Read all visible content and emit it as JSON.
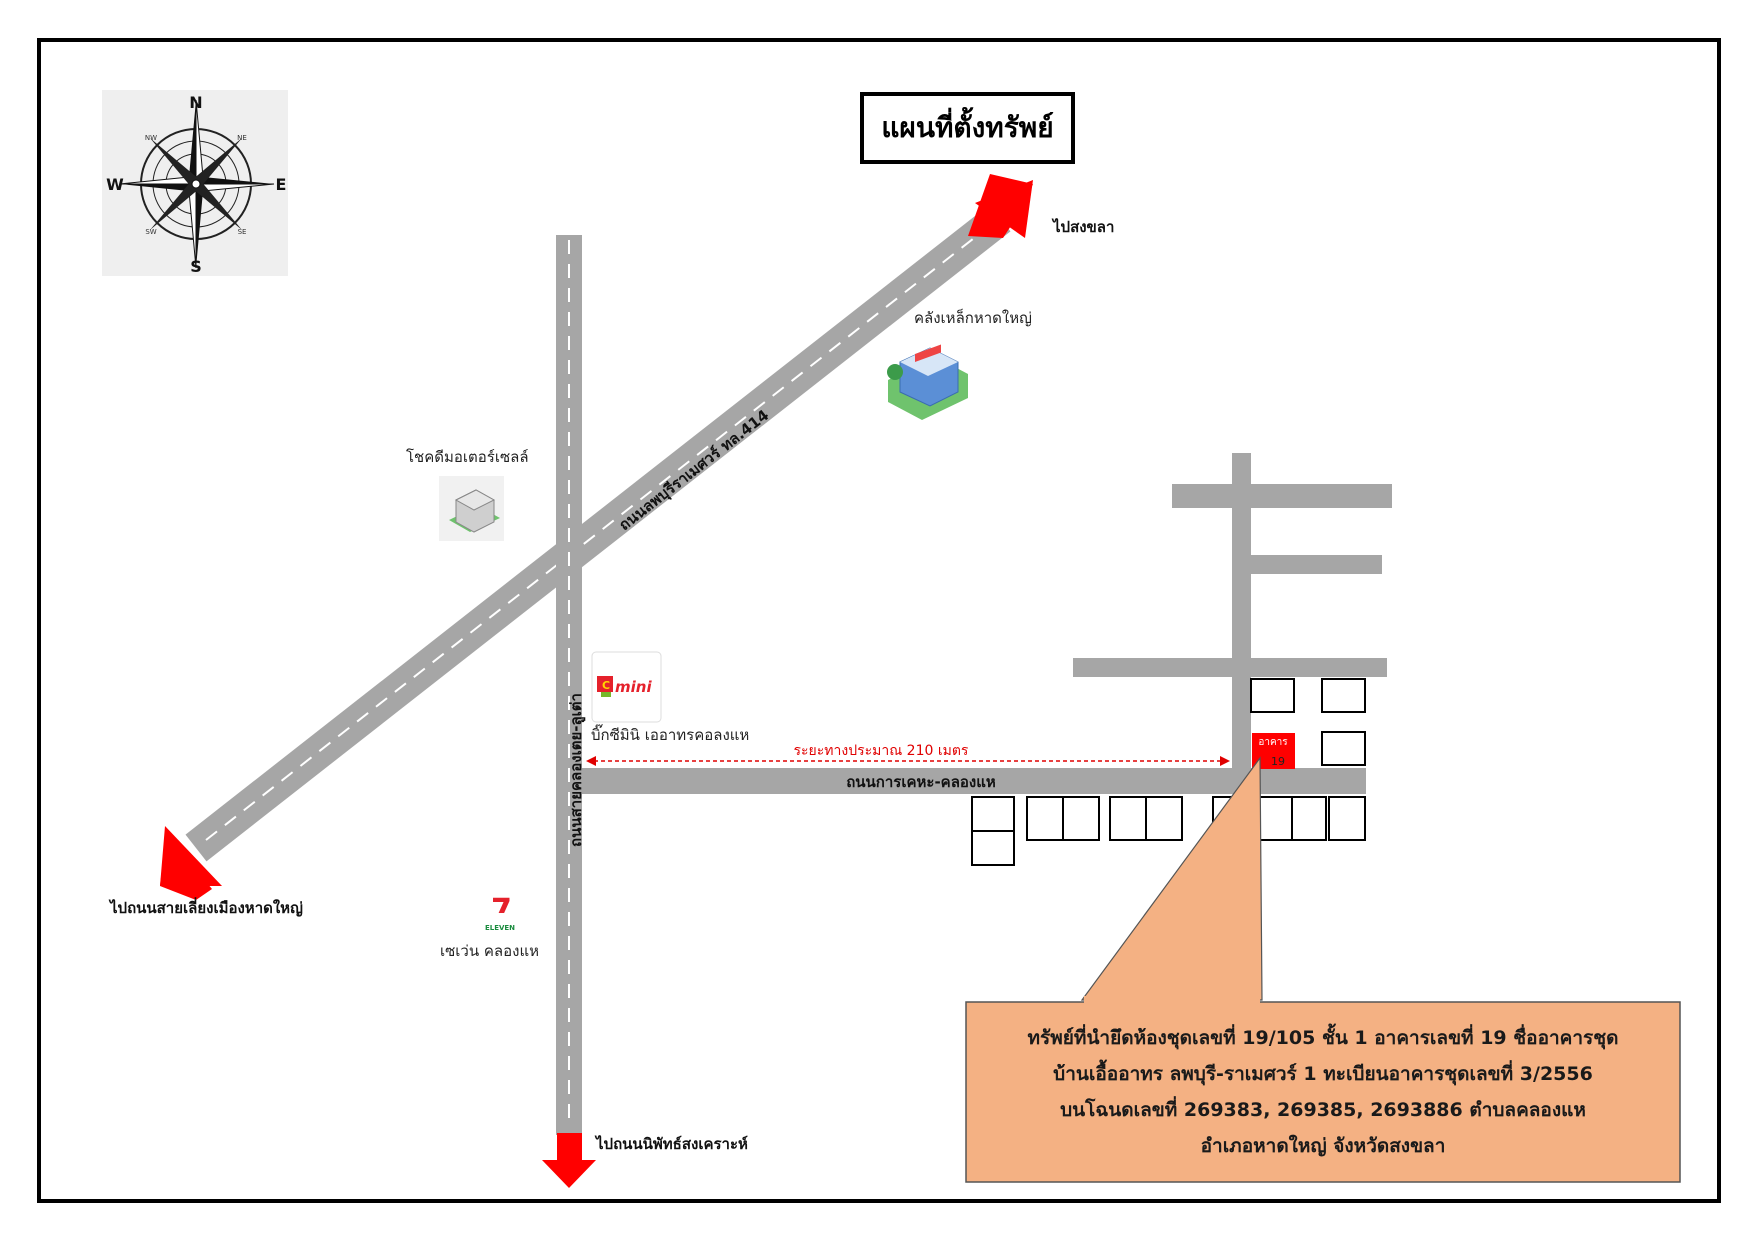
{
  "title": "แผนที่ตั้งทรัพย์",
  "compass": {
    "north": "N",
    "south": "S",
    "east": "E",
    "west": "W",
    "ne": "NE",
    "nw": "NW",
    "se": "SE",
    "sw": "SW"
  },
  "roads": {
    "diagonal": "ถนนลพบุรีราเมศวร์ ทล.414",
    "vertical": "ถนนสายคลองเตย-ลูเต่า",
    "horizontal": "ถนนการเคหะ-คลองแห"
  },
  "directions": {
    "to_songkhla": "ไปสงขลา",
    "to_bypass": "ไปถนนสายเลี่ยงเมืองหาดใหญ่",
    "to_niphat": "ไปถนนนิพัทธ์สงเคราะห์"
  },
  "landmarks": {
    "steel_warehouse": "คลังเหล็กหาดใหญ่",
    "chokdee_motor": "โชคดีมอเตอร์เซลล์",
    "bigc_logo": "mini",
    "bigc_label": "บิ๊กซีมินิ เออาทรคอลงแห",
    "seven_label": "เซเว่น   คลองแห",
    "seven_brand": "ELEVEN"
  },
  "distance": "ระยะทางประมาณ 210 เมตร",
  "target": {
    "line1": "อาคาร",
    "line2": "19"
  },
  "callout": {
    "line1": "ทรัพย์ที่นำยึดห้องชุดเลขที่ 19/105 ชั้น 1 อาคารเลขที่ 19 ชื่ออาคารชุด",
    "line2": "บ้านเอื้ออาทร ลพบุรี-ราเมศวร์ 1 ทะเบียนอาคารชุดเลขที่ 3/2556",
    "line3": "บนโฉนดเลขที่  269383, 269385, 2693886 ตำบลคลองแห",
    "line4": "อำเภอหาดใหญ่ จังหวัดสงขลา"
  },
  "colors": {
    "road": "#a6a6a6",
    "arrow": "#ff0000",
    "callout_fill": "#f4b183",
    "callout_stroke": "#555555",
    "target_fill": "#ff0000",
    "distance_line": "#e00000"
  }
}
